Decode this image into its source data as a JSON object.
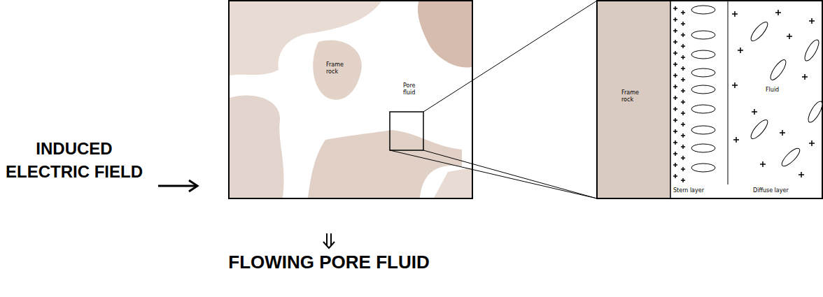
{
  "diagram": {
    "labels": [
      "INDUCED ELECTRIC FIELD",
      "FLOWING PORE FLUID",
      "Frame rock",
      "Pore fluid",
      "Frame rock",
      "Fluid",
      "Stern layer",
      "Diffuse layer"
    ]
  }
}
